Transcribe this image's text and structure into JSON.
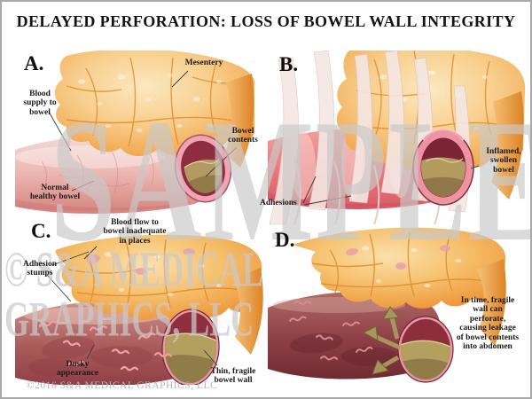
{
  "title": "DELAYED PERFORATION: LOSS OF BOWEL WALL INTEGRITY",
  "watermark": {
    "sample": "SAMPLE",
    "credit": "© S&A MEDICAL GRAPHICS, LLC"
  },
  "footer": {
    "copyright": "©2016 S&A MEDICAL GRAPHICS, LLC"
  },
  "panel_a": {
    "letter": "A.",
    "labels": {
      "mesentery": "Mesentery",
      "blood_supply": "Blood\nsupply to\nbowel",
      "bowel_contents": "Bowel\ncontents",
      "normal_healthy": "Normal\nhealthy bowel"
    }
  },
  "panel_b": {
    "letter": "B.",
    "labels": {
      "inflamed": "Inflamed,\nswollen\nbowel",
      "adhesions": "Adhesions"
    }
  },
  "panel_c": {
    "letter": "C.",
    "labels": {
      "blood_flow": "Blood flow to\nbowel inadequate\nin places",
      "adhesion_stumps": "Adhesion\nstumps",
      "dusky": "Dusky\nappearance",
      "thin_fragile": "Thin, fragile\nbowel wall"
    }
  },
  "panel_d": {
    "letter": "D.",
    "labels": {
      "in_time": "In time, fragile\nwall can\nperforate,\ncausing leakage\nof bowel contents\ninto abdomen"
    }
  },
  "colors": {
    "mesentery_orange": "#f2a045",
    "bowel_pink": "#eeb9b3",
    "inflamed_red": "#e0626e",
    "dusky_red": "#a05552",
    "lumen_maroon": "#8e2d3f",
    "contents_tan": "#b39a5f",
    "watermark_gray": "#c9c9c9",
    "label_black": "#1b1b1b",
    "copyright_gray": "#b5b5b5"
  }
}
